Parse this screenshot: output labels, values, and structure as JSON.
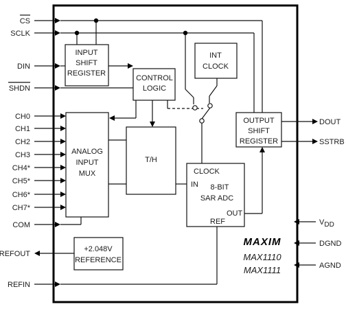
{
  "pins_left": {
    "cs": "CS",
    "sclk": "SCLK",
    "din": "DIN",
    "shdn": "SHDN",
    "ch0": "CH0",
    "ch1": "CH1",
    "ch2": "CH2",
    "ch3": "CH3",
    "ch4": "CH4*",
    "ch5": "CH5*",
    "ch6": "CH6*",
    "ch7": "CH7*",
    "com": "COM",
    "refout": "REFOUT",
    "refin": "REFIN"
  },
  "pins_right": {
    "dout": "DOUT",
    "sstrb": "SSTRB",
    "vdd_main": "V",
    "vdd_sub": "DD",
    "dgnd": "DGND",
    "agnd": "AGND"
  },
  "blocks": {
    "input_shift_register": [
      "INPUT",
      "SHIFT",
      "REGISTER"
    ],
    "int_clock": [
      "INT",
      "CLOCK"
    ],
    "control_logic": [
      "CONTROL",
      "LOGIC"
    ],
    "output_shift_register": [
      "OUTPUT",
      "SHIFT",
      "REGISTER"
    ],
    "analog_input_mux": [
      "ANALOG",
      "INPUT",
      "MUX"
    ],
    "th": "T/H",
    "adc_clock": "CLOCK",
    "adc_in": "IN",
    "adc_name": [
      "8-BIT",
      "SAR ADC"
    ],
    "adc_out": "OUT",
    "adc_ref": "REF",
    "reference": [
      "+2.048V",
      "REFERENCE"
    ]
  },
  "branding": {
    "logo": "MAXIM",
    "part_1": "MAX1110",
    "part_2": "MAX1111"
  }
}
